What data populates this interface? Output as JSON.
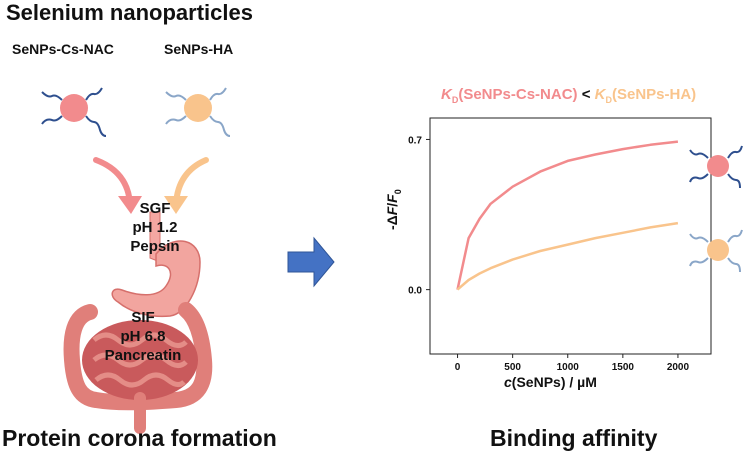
{
  "header": {
    "title": "Selenium nanoparticles",
    "label_cs_nac": "SeNPs-Cs-NAC",
    "label_ha": "SeNPs-HA"
  },
  "stomach": {
    "line1": "SGF",
    "line2": "pH 1.2",
    "line3": "Pepsin"
  },
  "intestine": {
    "line1": "SIF",
    "line2": "pH 6.8",
    "line3": "Pancreatin"
  },
  "footer": {
    "left_title": "Protein corona formation",
    "right_title": "Binding affinity"
  },
  "kd_comparison": {
    "k": "K",
    "sub": "D",
    "left": "(SeNPs-Cs-NAC)",
    "op": " < ",
    "right": "(SeNPs-HA)"
  },
  "colors": {
    "cs_nac": "#f28b8d",
    "ha": "#f9c48c",
    "arrow_blue": "#4472c4",
    "ligand_dark": "#2e4f8e",
    "ligand_light": "#8aa6c8"
  },
  "chart_data": {
    "type": "line",
    "xlabel_prefix": "c",
    "xlabel_rest": "(SeNPs) / µM",
    "ylabel_prefix": "-Δ",
    "ylabel_f": "F",
    "ylabel_slash": "/",
    "ylabel_f0": "F",
    "ylabel_sub": "0",
    "xlim": [
      -250,
      2300
    ],
    "ylim": [
      -0.3,
      0.8
    ],
    "x_ticks": [
      "0",
      "500",
      "1000",
      "1500",
      "2000"
    ],
    "y_ticks": [
      "0.0",
      "0.7"
    ],
    "series": [
      {
        "id": "cs_nac",
        "color": "#f28b8d",
        "x": [
          0,
          100,
          200,
          300,
          500,
          750,
          1000,
          1250,
          1500,
          1750,
          2000
        ],
        "y": [
          0.0,
          0.24,
          0.33,
          0.4,
          0.48,
          0.55,
          0.6,
          0.63,
          0.655,
          0.675,
          0.69
        ]
      },
      {
        "id": "ha",
        "color": "#f9c48c",
        "x": [
          0,
          100,
          200,
          300,
          500,
          750,
          1000,
          1250,
          1500,
          1750,
          2000
        ],
        "y": [
          0.0,
          0.045,
          0.075,
          0.1,
          0.14,
          0.18,
          0.21,
          0.24,
          0.265,
          0.29,
          0.31
        ]
      }
    ]
  }
}
